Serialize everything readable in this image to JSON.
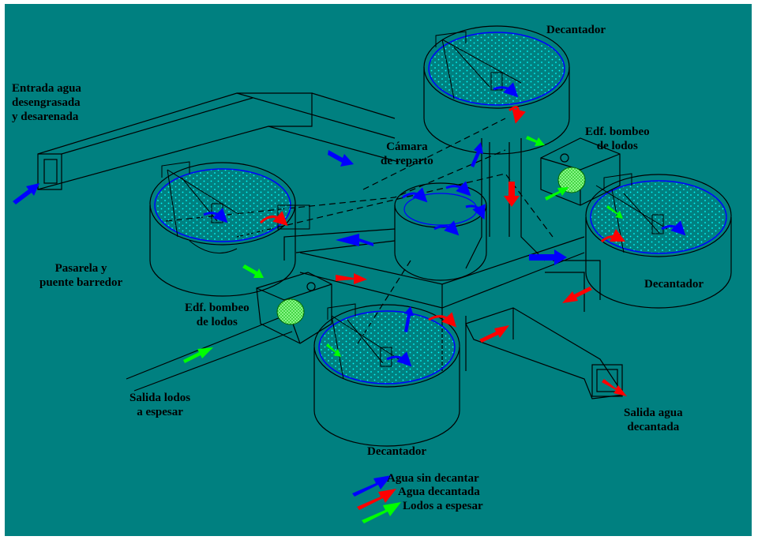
{
  "labels": {
    "decantador_top": "Decantador",
    "decantador_right": "Decantador",
    "decantador_bottom": "Decantador",
    "entrada": "Entrada agua\ndesengrasada\ny desarenada",
    "camara": "Cámara\nde reparto",
    "bombeo_right": "Edf. bombeo\nde lodos",
    "bombeo_left": "Edf. bombeo\nde lodos",
    "pasarela": "Pasarela y\npuente barredor",
    "salida_lodos": "Salida lodos\na espesar",
    "salida_agua": "Salida agua\ndecantada"
  },
  "legend": {
    "items": [
      {
        "label": "Agua sin decantar",
        "color": "#0000ff"
      },
      {
        "label": "Agua decantada",
        "color": "#ff0000"
      },
      {
        "label": "Lodos a espesar",
        "color": "#00ff00"
      }
    ]
  },
  "colors": {
    "background": "#008080",
    "water_surface": "#0000ff",
    "line": "#000000",
    "pump": "#33cc33"
  }
}
